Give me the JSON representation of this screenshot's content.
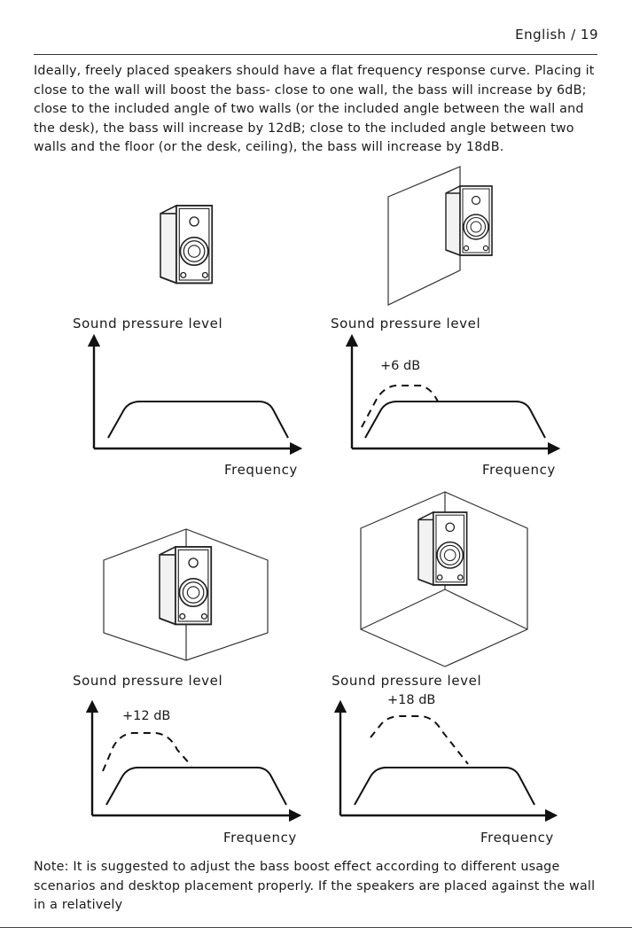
{
  "header": {
    "page_label": "English / 19"
  },
  "intro_text": "Ideally, freely placed speakers should have a flat frequency response curve. Placing it close to the wall will boost the bass- close to one wall, the bass will increase by 6dB; close to the included angle of two walls (or the included angle between the wall and the desk), the bass will increase by 12dB; close to the included angle between two walls and the floor (or the desk, ceiling), the bass will increase by 18dB.",
  "figures": [
    {
      "id": "free",
      "y_label": "Sound pressure level",
      "x_label": "Frequency",
      "boost": ""
    },
    {
      "id": "one-wall",
      "y_label": "Sound pressure level",
      "x_label": "Frequency",
      "boost": "+6 dB"
    },
    {
      "id": "two-walls",
      "y_label": "Sound pressure level",
      "x_label": "Frequency",
      "boost": "+12 dB"
    },
    {
      "id": "corner",
      "y_label": "Sound pressure level",
      "x_label": "Frequency",
      "boost": "+18 dB"
    }
  ],
  "note_text": "Note: It is suggested to adjust the bass boost effect according to different usage scenarios and desktop placement properly. If the speakers are placed against the wall in a relatively"
}
